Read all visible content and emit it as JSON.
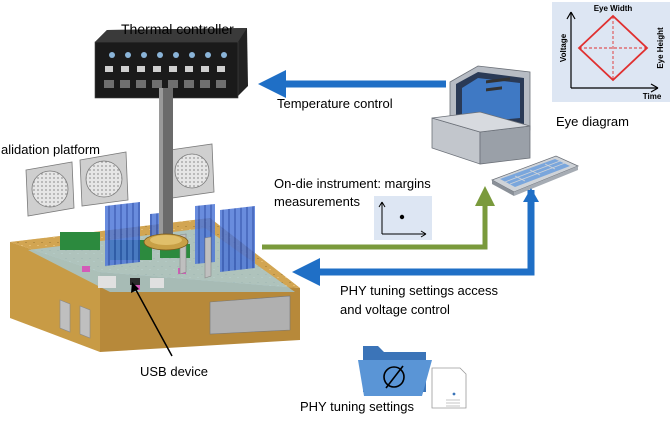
{
  "labels": {
    "thermal_controller": "Thermal controller",
    "temperature_control": "Temperature control",
    "validation_platform": "alidation platform",
    "eye_diagram": "Eye diagram",
    "on_die_line1": "On-die instrument: margins",
    "on_die_line2": "measurements",
    "phy_access_line1": "PHY tuning settings access",
    "phy_access_line2": "and voltage control",
    "usb_device": "USB device",
    "phy_settings": "PHY tuning settings"
  },
  "eye_chart": {
    "title": "Eye Width",
    "ylabel": "Voltage",
    "xlabel": "Time",
    "side_label": "Eye Height"
  },
  "colors": {
    "arrow_blue": "#1f6fc6",
    "arrow_green": "#7a9a3c",
    "eye_red": "#e03030",
    "eye_panel_bg": "#dde6f3",
    "instrument_panel_bg": "#dde6f3",
    "folder_blue": "#4a86c6"
  },
  "icons": {
    "computer": "desktop-computer-icon",
    "keyboard": "keyboard-icon",
    "folder": "folder-icon",
    "document": "document-icon"
  }
}
